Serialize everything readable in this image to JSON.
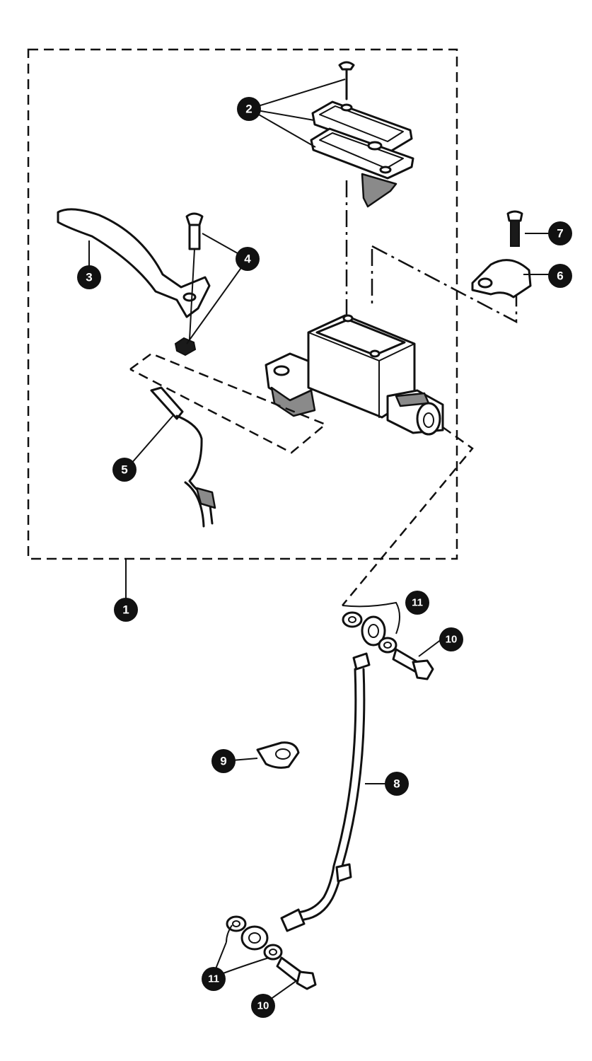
{
  "callouts": [
    {
      "id": "callout-1",
      "label": "1"
    },
    {
      "id": "callout-2",
      "label": "2"
    },
    {
      "id": "callout-3",
      "label": "3"
    },
    {
      "id": "callout-4",
      "label": "4"
    },
    {
      "id": "callout-5",
      "label": "5"
    },
    {
      "id": "callout-6",
      "label": "6"
    },
    {
      "id": "callout-7",
      "label": "7"
    },
    {
      "id": "callout-8",
      "label": "8"
    },
    {
      "id": "callout-9",
      "label": "9"
    },
    {
      "id": "callout-10a",
      "label": "10"
    },
    {
      "id": "callout-10b",
      "label": "10"
    },
    {
      "id": "callout-11a",
      "label": "11"
    },
    {
      "id": "callout-11b",
      "label": "11"
    }
  ],
  "colors": {
    "ink": "#111111",
    "background": "#ffffff",
    "shade": "#8a8a8a"
  }
}
